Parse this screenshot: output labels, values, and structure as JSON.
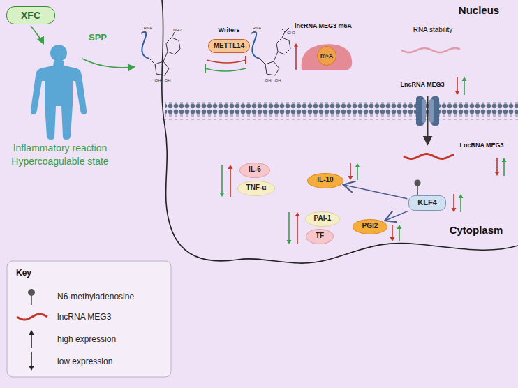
{
  "diagram": {
    "nodes": [
      {
        "text": [
          "XFC"
        ]
      },
      {
        "text": [
          "METTL14"
        ]
      },
      {
        "text": [
          "m⁶A"
        ]
      },
      {
        "text": [
          "IL-6"
        ]
      },
      {
        "text": [
          "TNF-α"
        ]
      },
      {
        "text": [
          "IL-10"
        ]
      },
      {
        "text": [
          "KLF4"
        ]
      },
      {
        "text": [
          "PAI-1"
        ]
      },
      {
        "text": [
          "TF"
        ]
      },
      {
        "text": [
          "PGI2"
        ]
      }
    ],
    "edges": [
      {
        "from": 6,
        "to": 5,
        "arrow": "to"
      },
      {
        "from": 6,
        "to": 9,
        "arrow": "to"
      }
    ],
    "labels": [
      "Nucleus",
      "Writers",
      "lncRNA MEG3 m6A",
      "RNA stability",
      "LncRNA MEG3",
      "LncRNA MEG3",
      "Cytoplasm",
      "SPP",
      "Inflammatory reaction",
      "Hypercoagulable state",
      "Key",
      "RNA",
      "NH2",
      "OH",
      "OH",
      "RNA",
      "CH3",
      "OH",
      "OH"
    ],
    "legend": [
      {
        "text": "N6-methyladenosine"
      },
      {
        "text": "lncRNA MEG3"
      },
      {
        "text": "high expression"
      },
      {
        "text": "low expression"
      }
    ]
  }
}
